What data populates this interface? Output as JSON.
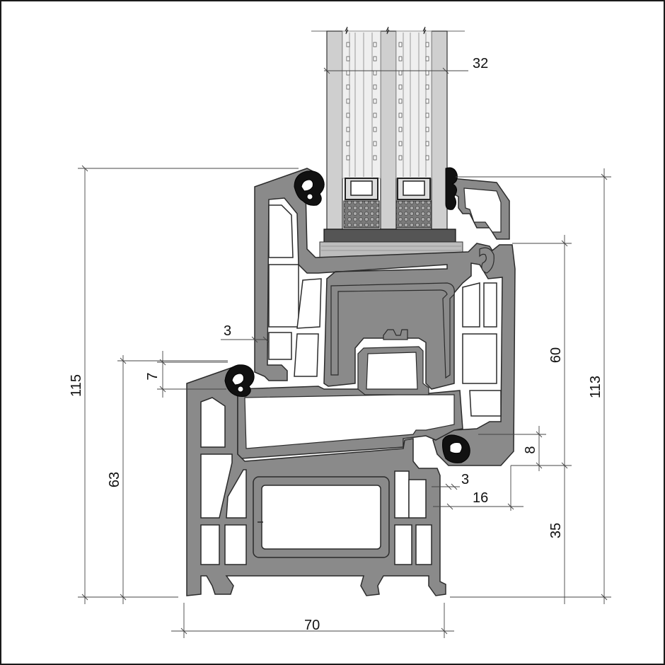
{
  "colors": {
    "profile": "#8a8a8a",
    "profile_edge": "#2b2b2b",
    "glass": "#c9c9c9",
    "glass_light": "#e6e6e6",
    "gasket": "#111111",
    "dim_line": "#444444",
    "desiccant": "#6f6f6f"
  },
  "dimensions": {
    "glazing_thickness": "32",
    "overall_height_left": "115",
    "overall_height_right": "113",
    "frame_height": "63",
    "sash_gap_upper": "60",
    "overlap": "7",
    "wall_3_upper": "3",
    "gasket_8": "8",
    "wall_3_lower": "3",
    "rebate_16": "16",
    "frame_35": "35",
    "depth_70": "70"
  }
}
